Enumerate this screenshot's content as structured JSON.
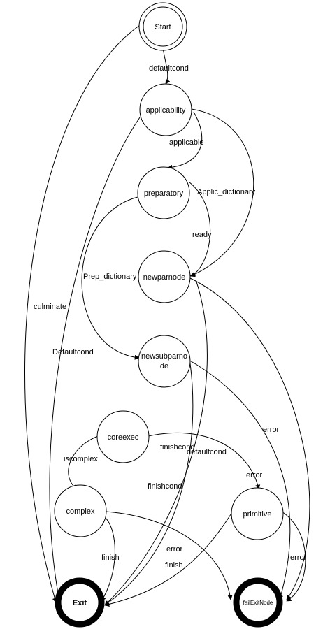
{
  "nodes": {
    "start": "Start",
    "applicability": "applicability",
    "preparatory": "preparatory",
    "newparnode": "newparnode",
    "newsubparnode_line1": "newsubparno",
    "newsubparnode_line2": "de",
    "coreexec": "coreexec",
    "complex": "complex",
    "primitive": "primitive",
    "exit": "Exit",
    "fail_exit_node": "failExitNode"
  },
  "edges": {
    "start_to_applicability": "defaultcond",
    "applicability_to_preparatory": "applicable",
    "preparatory_to_newparnode": "ready",
    "applicability_to_newparnode": "Applic_dictionary",
    "preparatory_to_newsubparnode": "Prep_dictionary",
    "start_to_exit": "culminate",
    "applicability_to_exit": "Defaultcond",
    "newparnode_to_fail": "error",
    "coreexec_to_complex": "iscomplex",
    "coreexec_to_primitive_finishcond": "finishcond",
    "coreexec_to_primitive_defaultcond": "defaultcond",
    "coreexec_to_primitive_error": "error",
    "newsubparnode_to_exit": "finishcond",
    "complex_to_exit": "finish",
    "complex_to_fail": "error",
    "primitive_to_exit": "finish",
    "primitive_to_fail": "error"
  }
}
